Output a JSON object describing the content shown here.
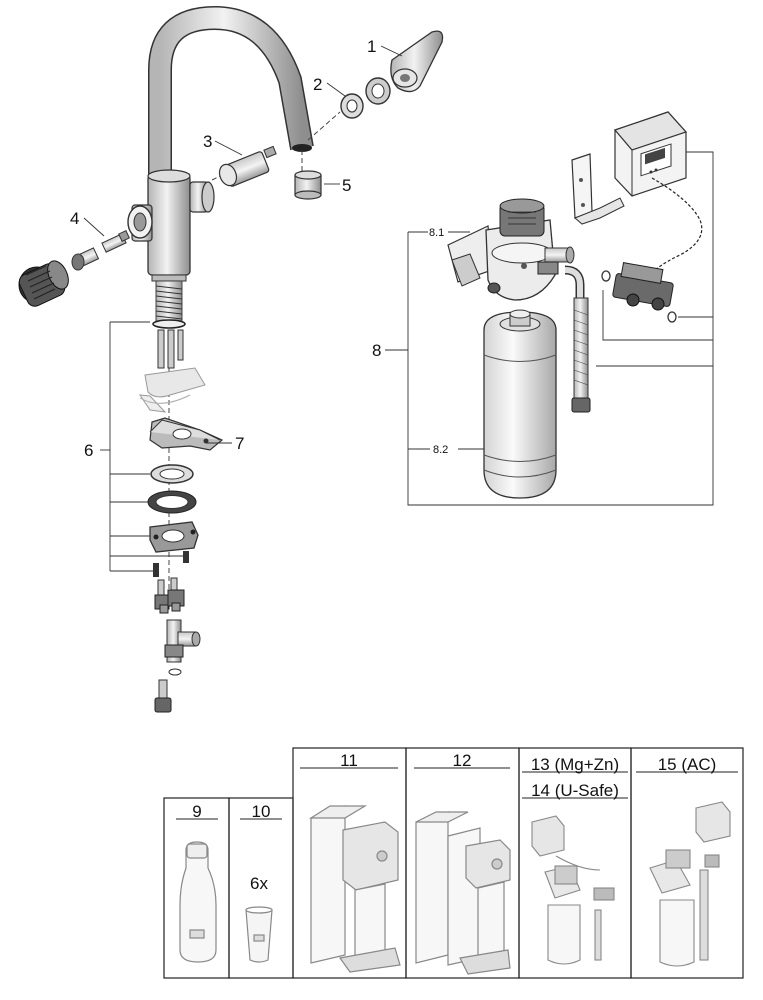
{
  "labels": {
    "p1": "1",
    "p2": "2",
    "p3": "3",
    "p4": "4",
    "p5": "5",
    "p6": "6",
    "p7": "7",
    "p8": "8",
    "p8_1": "8.1",
    "p8_2": "8.2"
  },
  "accessories": [
    {
      "id": "9",
      "title": "9"
    },
    {
      "id": "10",
      "title": "10",
      "note": "6x"
    },
    {
      "id": "11",
      "title": "11"
    },
    {
      "id": "12",
      "title": "12"
    },
    {
      "id": "13",
      "title": "13 (Mg+Zn)",
      "subtitle": "14 (U-Safe)"
    },
    {
      "id": "15",
      "title": "15 (AC)"
    }
  ]
}
